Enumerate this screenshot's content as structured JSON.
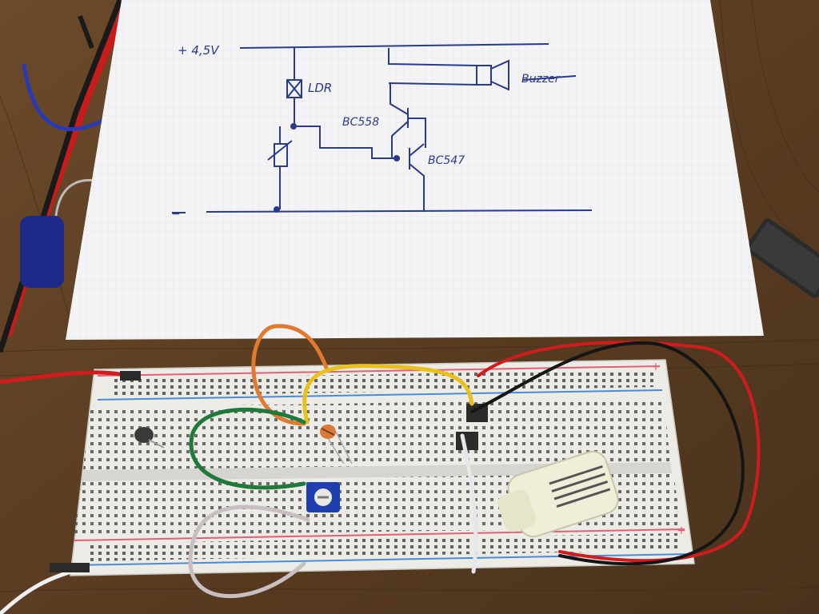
{
  "schematic": {
    "supply_label": "+ 4,5V",
    "ground_label": "−",
    "ldr_label": "LDR",
    "pnp_label": "BC558",
    "npn_label": "BC547",
    "buzzer_label": "Buzzer"
  },
  "breadboard": {
    "rail_plus": "+",
    "rail_minus": "−"
  },
  "colors": {
    "table": "#5e4024",
    "paper": "#f4f4f6",
    "ink": "#2a3a8c",
    "breadboard": "#ecebe6",
    "rail_red": "#e0607a",
    "rail_blue": "#4a8ad8",
    "wire_red": "#d01c1c",
    "wire_black": "#151515",
    "wire_orange": "#e07a30",
    "wire_yellow": "#e8c21a",
    "wire_green": "#1e7a3a",
    "wire_grey": "#c9bfc2",
    "buzzer": "#efeed8"
  }
}
